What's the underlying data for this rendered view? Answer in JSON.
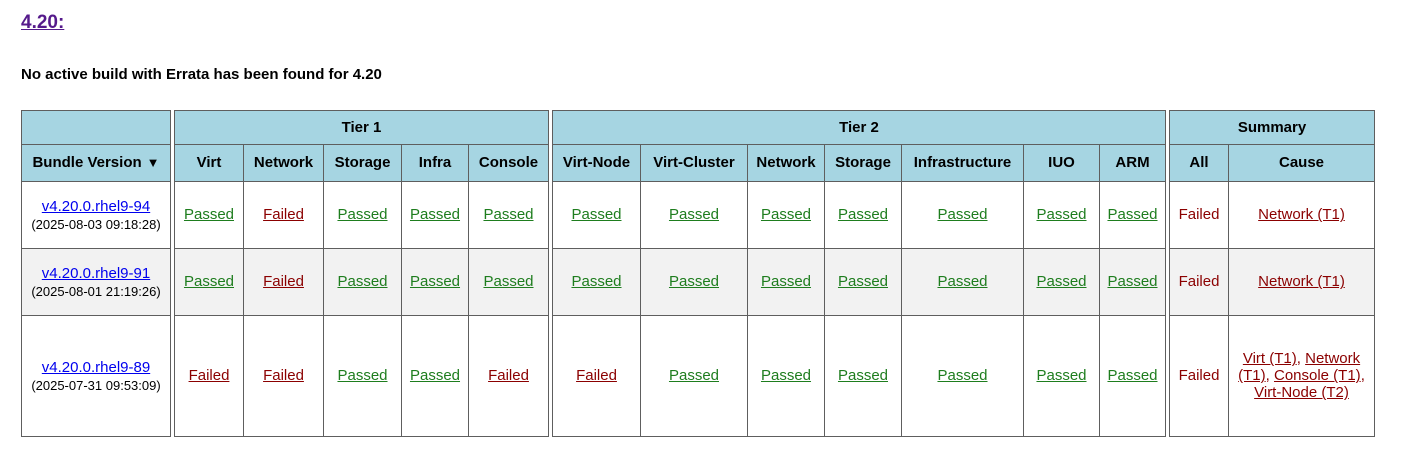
{
  "page": {
    "heading": "4.20:",
    "errata_message": "No active build with Errata has been found for 4.20"
  },
  "table": {
    "bundle_header": "Bundle Version",
    "sort_indicator": "▼",
    "tier1": {
      "label": "Tier 1",
      "columns": [
        "Virt",
        "Network",
        "Storage",
        "Infra",
        "Console"
      ]
    },
    "tier2": {
      "label": "Tier 2",
      "columns": [
        "Virt-Node",
        "Virt-Cluster",
        "Network",
        "Storage",
        "Infrastructure",
        "IUO",
        "ARM"
      ]
    },
    "summary": {
      "label": "Summary",
      "columns": [
        "All",
        "Cause"
      ]
    },
    "rows": [
      {
        "bundle": {
          "version": "v4.20.0.rhel9-94",
          "timestamp": "(2025-08-03 09:18:28)"
        },
        "tier1": [
          "Passed",
          "Failed",
          "Passed",
          "Passed",
          "Passed"
        ],
        "tier2": [
          "Passed",
          "Passed",
          "Passed",
          "Passed",
          "Passed",
          "Passed",
          "Passed"
        ],
        "summary": {
          "all": "Failed",
          "causes": [
            "Network (T1)"
          ],
          "separator": ", "
        }
      },
      {
        "bundle": {
          "version": "v4.20.0.rhel9-91",
          "timestamp": "(2025-08-01 21:19:26)"
        },
        "tier1": [
          "Passed",
          "Failed",
          "Passed",
          "Passed",
          "Passed"
        ],
        "tier2": [
          "Passed",
          "Passed",
          "Passed",
          "Passed",
          "Passed",
          "Passed",
          "Passed"
        ],
        "summary": {
          "all": "Failed",
          "causes": [
            "Network (T1)"
          ],
          "separator": ", "
        }
      },
      {
        "bundle": {
          "version": "v4.20.0.rhel9-89",
          "timestamp": "(2025-07-31 09:53:09)"
        },
        "tier1": [
          "Failed",
          "Failed",
          "Passed",
          "Passed",
          "Failed"
        ],
        "tier2": [
          "Failed",
          "Passed",
          "Passed",
          "Passed",
          "Passed",
          "Passed",
          "Passed"
        ],
        "summary": {
          "all": "Failed",
          "causes": [
            "Virt (T1)",
            "Network (T1)",
            "Console (T1)",
            "Virt-Node (T2)"
          ],
          "separator": ", "
        }
      }
    ]
  },
  "colors": {
    "header_bg": "#a6d5e2",
    "passed": "#1e7d1e",
    "failed": "#8b0000",
    "link": "#0000ee",
    "visited_link": "#551a8b",
    "row_alt_bg": "#f2f2f2",
    "border": "#5e5e5e"
  }
}
